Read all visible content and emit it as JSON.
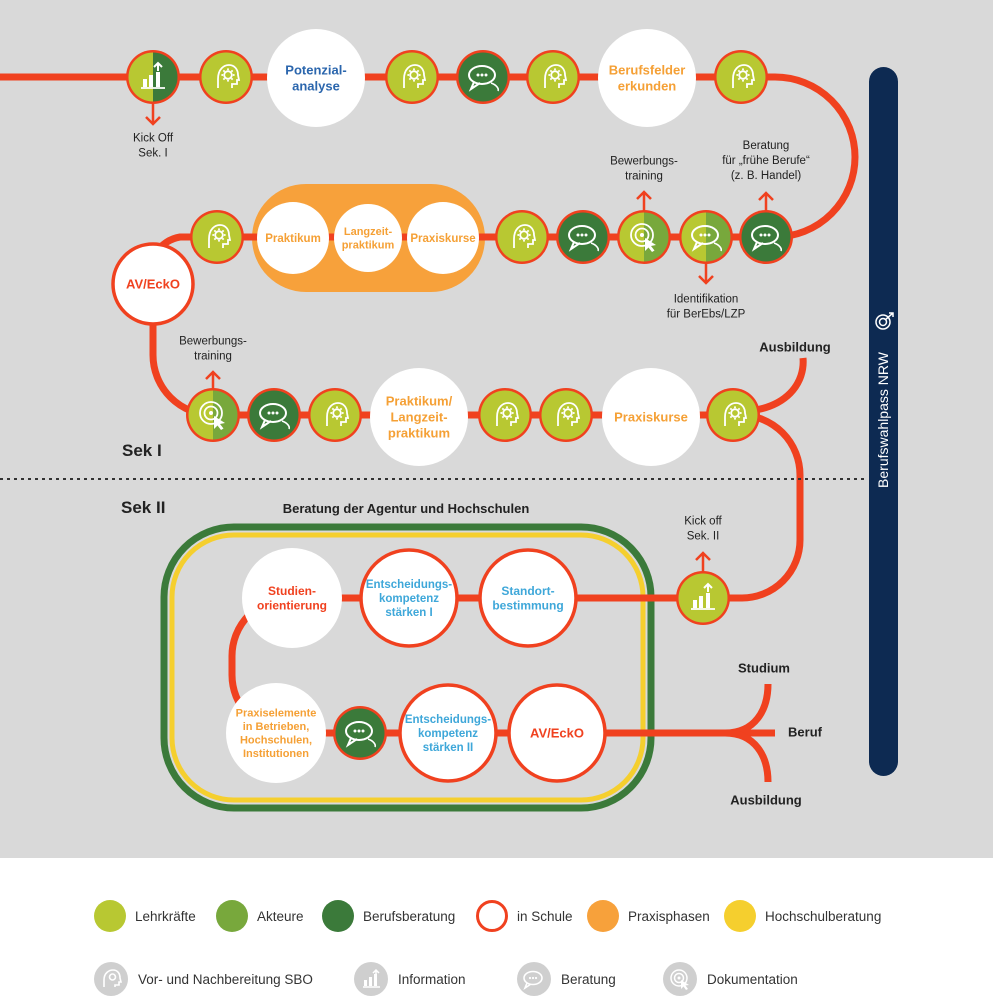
{
  "colors": {
    "background": "#d9d9d9",
    "line": "#f0411f",
    "lehrkraefte": "#b8c832",
    "akteure": "#78a83c",
    "berufsberatung": "#3b7a3a",
    "praxisphasen": "#f7a13b",
    "hochschulberatung": "#f5cf2e",
    "navy": "#0d2a52",
    "title_orange": "#f5a035",
    "title_blue": "#2b66ad",
    "title_lightblue": "#3ea7d9"
  },
  "side_bar": {
    "label": "Berufswahlpass NRW"
  },
  "sections": {
    "sek1": "Sek I",
    "sek2": "Sek II"
  },
  "hochschul_label": "Beratung der Agentur und Hochschulen",
  "nodes": {
    "potenzial": "Potenzial-\nanalyse",
    "berufsfelder": "Berufsfelder\nerkunden",
    "praktikum": "Praktikum",
    "langzeit": "Langzeit-\npraktikum",
    "praxiskurse1": "Praxiskurse",
    "av1": "AV/EckO",
    "praktikum2": "Praktikum/\nLangzeit-\npraktikum",
    "praxiskurse2": "Praxiskurse",
    "studien": "Studien-\norientierung",
    "entsch1": "Entscheidungs-\nkompetenz\nstärken I",
    "standort": "Standort-\nbestimmung",
    "praxiselemente": "Praxiselemente\nin Betrieben,\nHochschulen,\nInstitutionen",
    "entsch2": "Entscheidungs-\nkompetenz\nstärken II",
    "av2": "AV/EckO"
  },
  "annotations": {
    "kickoff1": "Kick Off\nSek. I",
    "bewerbung_top": "Bewerbungs-\ntraining",
    "fruehe": "Beratung\nfür „frühe Berufe“\n(z. B. Handel)",
    "identifikation": "Identifikation\nfür BerEbs/LZP",
    "bewerbung_left": "Bewerbungs-\ntraining",
    "ausbildung_right": "Ausbildung",
    "kickoff2": "Kick off\nSek. II",
    "studium": "Studium",
    "beruf": "Beruf",
    "ausbildung_bottom": "Ausbildung"
  },
  "legend": {
    "lehrkraefte": "Lehrkräfte",
    "akteure": "Akteure",
    "berufsberatung": "Berufsberatung",
    "in_schule": "in Schule",
    "praxisphasen": "Praxisphasen",
    "hochschulberatung": "Hochschulberatung",
    "vor_nach": "Vor- und Nachbereitung SBO",
    "information": "Information",
    "beratung": "Beratung",
    "dokumentation": "Dokumentation",
    "icons": [
      "gear-head-icon",
      "bar-chart-arrow-icon",
      "speech-bubbles-icon",
      "target-pointer-icon"
    ]
  }
}
